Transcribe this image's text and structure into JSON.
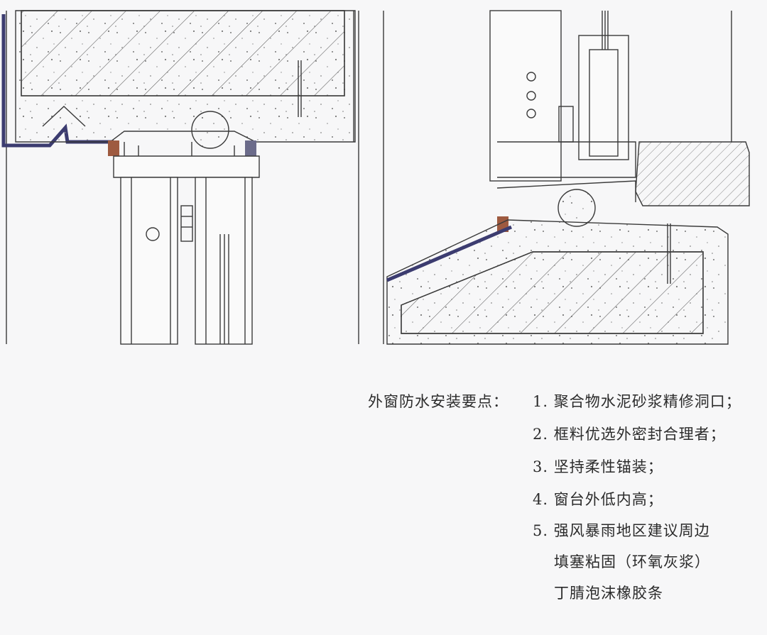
{
  "notes": {
    "lead": "外窗防水安装要点：",
    "items": [
      "1. 聚合物水泥砂浆精修洞口；",
      "2. 框料优选外密封合理者；",
      "3. 坚持柔性锚装；",
      "4. 窗台外低内高；",
      "5. 强风暴雨地区建议周边"
    ],
    "continuation": [
      "填塞粘固（环氧灰浆）",
      "丁腈泡沫橡胶条"
    ]
  },
  "colors": {
    "line": "#3a3a3a",
    "frame": "#3c3c70",
    "sealant": "#9e5a40",
    "concrete": "#f3f3f3",
    "background": "#f7f7f8"
  }
}
